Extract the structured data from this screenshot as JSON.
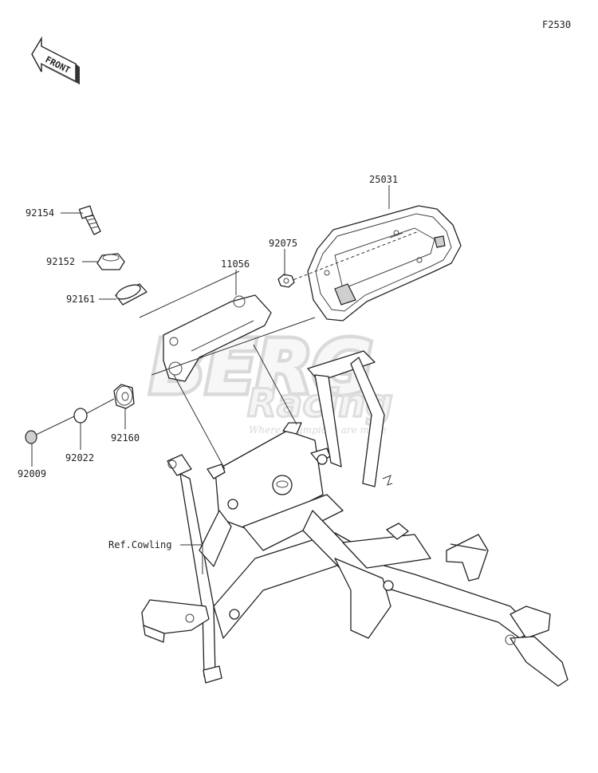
{
  "diagram": {
    "code": "F2530",
    "front_label": "FRONT",
    "watermark": {
      "brand": "BERG",
      "sub": "Racing",
      "tagline": "Where Champions are made"
    },
    "parts": [
      {
        "id": "25031"
      },
      {
        "id": "92154"
      },
      {
        "id": "92152"
      },
      {
        "id": "92075"
      },
      {
        "id": "11056"
      },
      {
        "id": "92161"
      },
      {
        "id": "92160"
      },
      {
        "id": "92022"
      },
      {
        "id": "92009"
      }
    ],
    "ref_label": "Ref.Cowling"
  }
}
